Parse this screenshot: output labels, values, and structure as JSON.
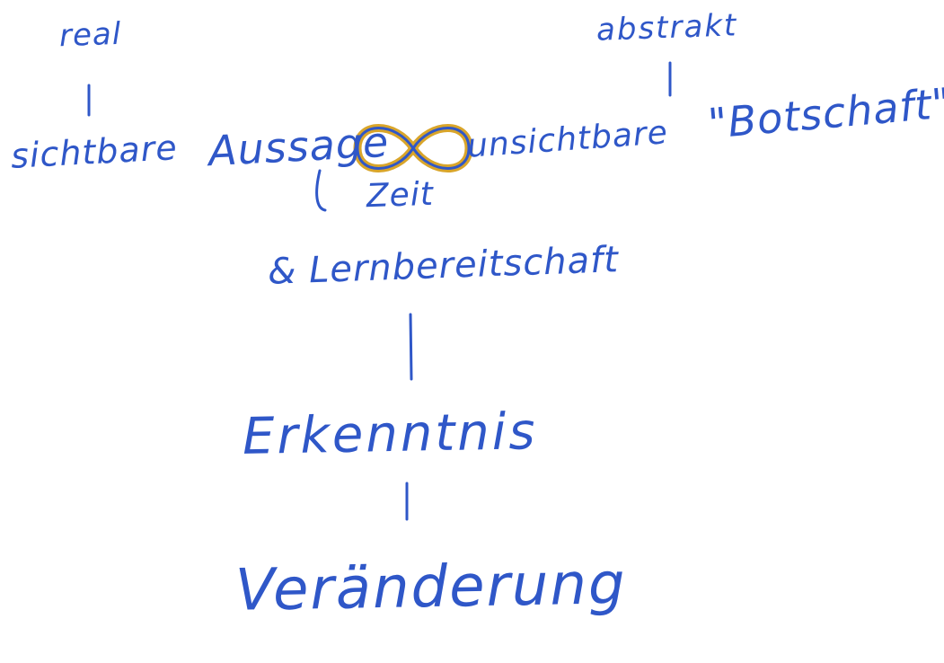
{
  "labels": {
    "real": "real",
    "abstrakt": "abstrakt",
    "sichtbare": "sichtbare",
    "aussage": "Aussage",
    "unsichtbare": "unsichtbare",
    "botschaft": "\"Botschaft\"",
    "zeit": "Zeit",
    "lernbereitschaft": "& Lernbereitschaft",
    "erkenntnis": "Erkenntnis",
    "veraenderung": "Veränderung"
  },
  "icons": {
    "link": "infinity-icon"
  },
  "colors": {
    "ink": "#2f57c8",
    "infinity_gold": "#d9a52a",
    "infinity_blue": "#2f57c8",
    "background": "#ffffff"
  }
}
